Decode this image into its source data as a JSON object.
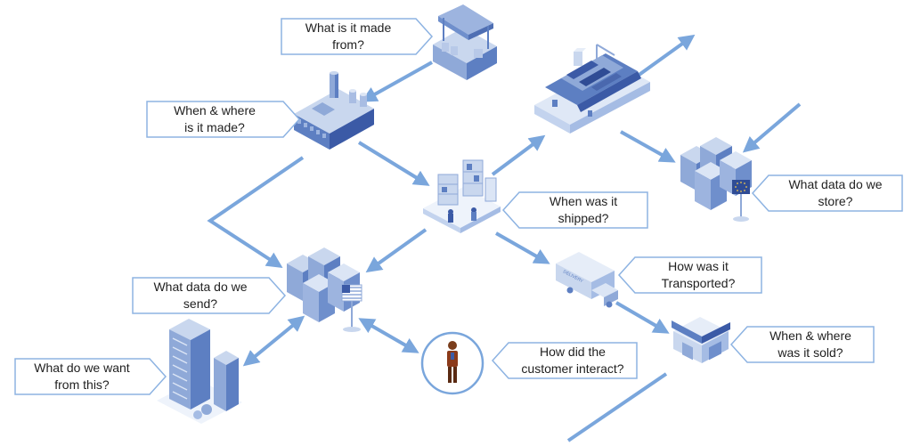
{
  "callouts": {
    "made_from": "What is it made\nfrom?",
    "when_where_made": "When & where\nis it made?",
    "when_shipped": "When was it\nshipped?",
    "data_store": "What data do we\nstore?",
    "data_send": "What data do we\nsend?",
    "how_transported": "How was it\nTransported?",
    "when_where_sold": "When & where\nwas it sold?",
    "customer_interact": "How did the\ncustomer interact?",
    "want_from_this": "What do we want\nfrom this?"
  },
  "icons": {
    "warehouse": "warehouse-icon",
    "factory": "factory-icon",
    "ship": "cargo-ship-icon",
    "warehouse_robot": "warehouse-shelving-icon",
    "eu_datacenter": "eu-datacenter-icon",
    "us_datacenter": "us-datacenter-icon",
    "truck": "delivery-truck-icon",
    "shop": "shop-icon",
    "customer": "customer-icon",
    "office": "office-building-icon"
  },
  "truck_text": "DELIVERY",
  "colors": {
    "arrow": "#7aa6dc",
    "callout_border": "#8db3e2",
    "iso_top": "#c9d7ee",
    "iso_left": "#8fa9d8",
    "iso_right": "#5d7fc2",
    "dark": "#3b5aa6"
  }
}
